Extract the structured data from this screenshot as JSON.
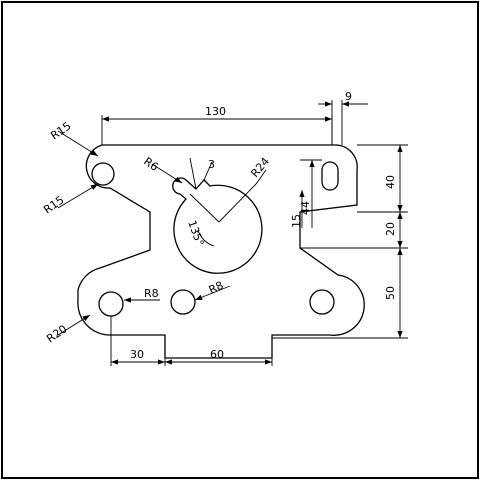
{
  "drawing": {
    "dimensions": {
      "width_overall": "130",
      "slot_width": "9",
      "height_top": "40",
      "height_mid": "20",
      "height_bottom": "50",
      "bottom_left_offset": "30",
      "bottom_flat": "60",
      "slot_center_height": "44",
      "slot_lower": "15",
      "angle": "135°",
      "keyway": "3"
    },
    "radii": {
      "top_left_outer": "R15",
      "top_left_hole": "R15",
      "key_radius": "R6",
      "big_circle": "R24",
      "hole_left": "R8",
      "hole_mid": "R8",
      "bottom_left_corner": "R20"
    }
  }
}
